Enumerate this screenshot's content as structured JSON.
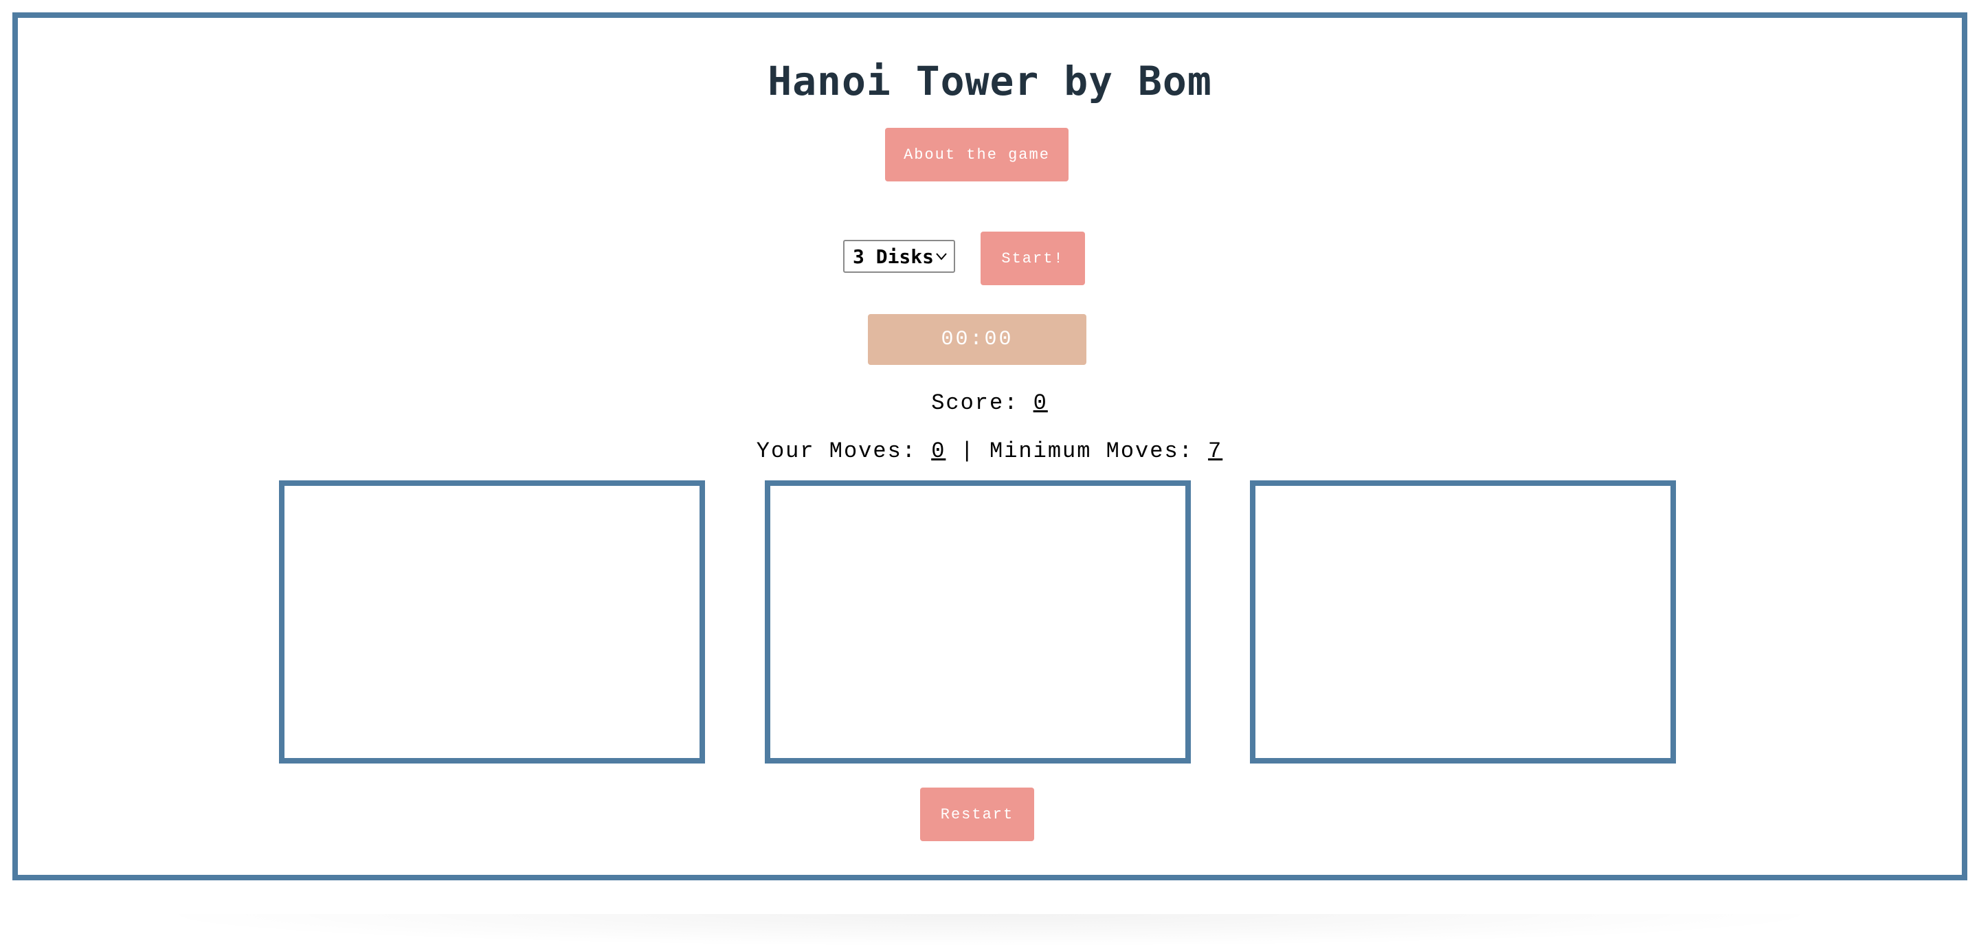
{
  "header": {
    "title": "Hanoi Tower by Bom"
  },
  "buttons": {
    "about": "About the game",
    "start": "Start!",
    "restart": "Restart"
  },
  "disk_select": {
    "selected": "3 Disks"
  },
  "timer": {
    "value": "00:00"
  },
  "stats": {
    "score_label": "Score: ",
    "score": "0",
    "moves_label": "Your Moves: ",
    "moves": "0",
    "separator": " | ",
    "min_moves_label": "Minimum Moves: ",
    "min_moves": "7"
  },
  "icons": {
    "select_arrow": "chevron-down-icon"
  },
  "colors": {
    "frame_border": "#4f7ca1",
    "button": "#ee9891",
    "timer": "#e1b9a0",
    "title": "#22323f"
  }
}
